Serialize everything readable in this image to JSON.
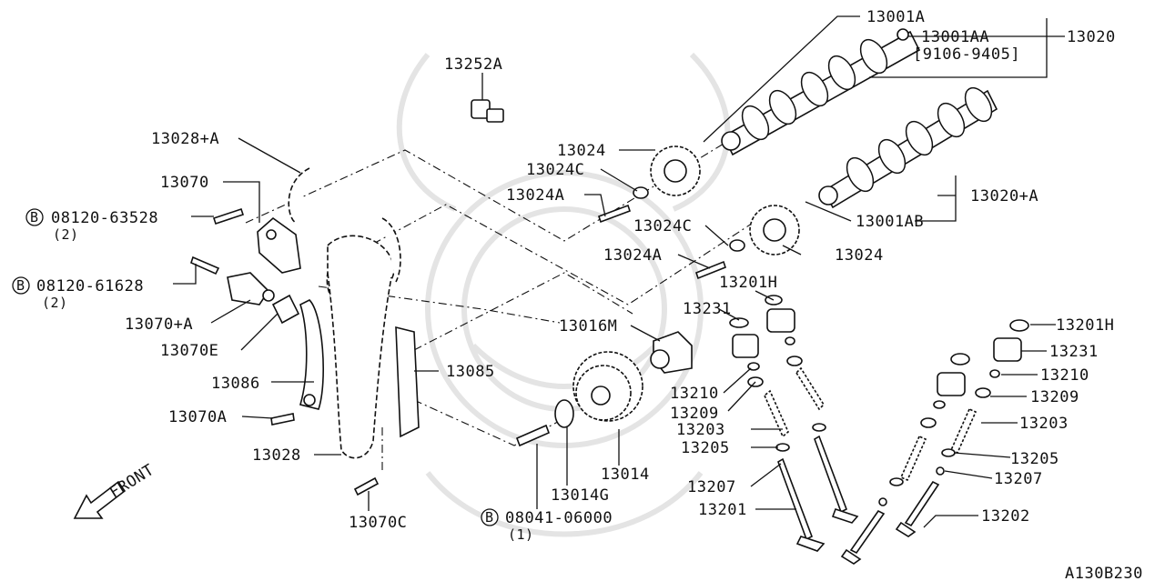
{
  "diagram": {
    "code": "A130B230",
    "front_label": "FRONT",
    "bolt_symbol": "B",
    "labels": {
      "p13001A": "13001A",
      "p13001AA": "13001AA",
      "p9106": "[9106-9405]",
      "p13020": "13020",
      "p13252A": "13252A",
      "p13028A": "13028+A",
      "p13070": "13070",
      "p0812063528": "08120-63528",
      "q2a": "(2)",
      "p0812061628": "08120-61628",
      "q2b": "(2)",
      "p13070A_plus": "13070+A",
      "p13070E": "13070E",
      "p13086": "13086",
      "p13070A": "13070A",
      "p13028": "13028",
      "p13070C": "13070C",
      "p13024_1": "13024",
      "p13024C_1": "13024C",
      "p13024A_1": "13024A",
      "p13024C_2": "13024C",
      "p13024A_2": "13024A",
      "p13024_2": "13024",
      "p13020A": "13020+A",
      "p13001AB": "13001AB",
      "p13201H_1": "13201H",
      "p13231_1": "13231",
      "p13016M": "13016M",
      "p13085": "13085",
      "p13210_1": "13210",
      "p13209_1": "13209",
      "p13203_1": "13203",
      "p13205_1": "13205",
      "p13207_1": "13207",
      "p13201": "13201",
      "p13014": "13014",
      "p13014G": "13014G",
      "p0804106000": "08041-06000",
      "q1": "(1)",
      "p13201H_2": "13201H",
      "p13231_2": "13231",
      "p13210_2": "13210",
      "p13209_2": "13209",
      "p13203_2": "13203",
      "p13205_2": "13205",
      "p13207_2": "13207",
      "p13202": "13202"
    }
  }
}
